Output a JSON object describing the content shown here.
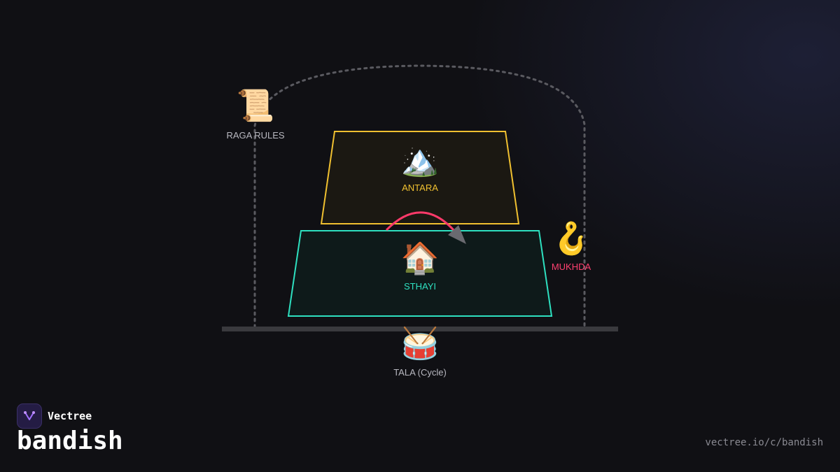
{
  "diagram": {
    "raga": {
      "icon": "scroll-icon",
      "glyph": "📜",
      "label": "RAGA RULES"
    },
    "antara": {
      "icon": "mountain-icon",
      "glyph": "🏔️",
      "label": "ANTARA",
      "color": "#f0c030"
    },
    "sthayi": {
      "icon": "house-icon",
      "glyph": "🏠",
      "label": "STHAYI",
      "color": "#2ee0c0"
    },
    "mukhda": {
      "icon": "hook-icon",
      "glyph": "🪝",
      "label": "MUKHDA",
      "color": "#ff4070"
    },
    "tala": {
      "icon": "drum-icon",
      "glyph": "🥁",
      "label": "TALA (Cycle)"
    }
  },
  "brand": {
    "name": "Vectree",
    "title": "bandish",
    "url": "vectree.io/c/bandish"
  },
  "colors": {
    "background": "#101014",
    "label": "#b8b8c0",
    "rail": "#3a3a3e",
    "dash": "#5a5a60",
    "arrow": "#ff3a6a",
    "arrowhead": "#6a6a70"
  }
}
